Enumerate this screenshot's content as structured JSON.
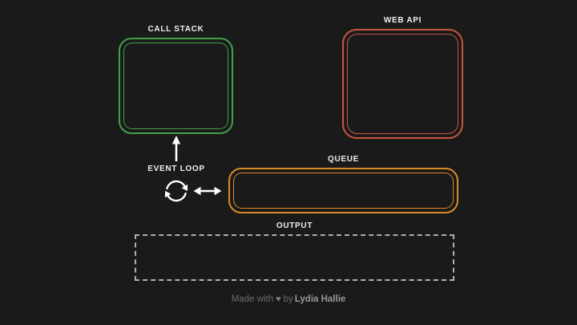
{
  "page": {
    "background_color": "#1a1a1a",
    "label_text_color": "#efefef",
    "arrow_color": "#ffffff"
  },
  "diagram": {
    "call_stack": {
      "label": "CALL STACK",
      "border_color": "#44a148"
    },
    "web_api": {
      "label": "WEB API",
      "border_color": "#c8563e"
    },
    "queue": {
      "label": "QUEUE",
      "border_color": "#d78a28"
    },
    "event_loop": {
      "label": "EVENT LOOP",
      "icon": "sync-cycle-icon"
    },
    "output": {
      "label": "OUTPUT",
      "border_color": "#b0b0b0"
    }
  },
  "footer": {
    "made_with": "Made with",
    "heart": "♥",
    "by": "by",
    "author": "Lydia Hallie",
    "text_color": "#6c6c6c"
  }
}
